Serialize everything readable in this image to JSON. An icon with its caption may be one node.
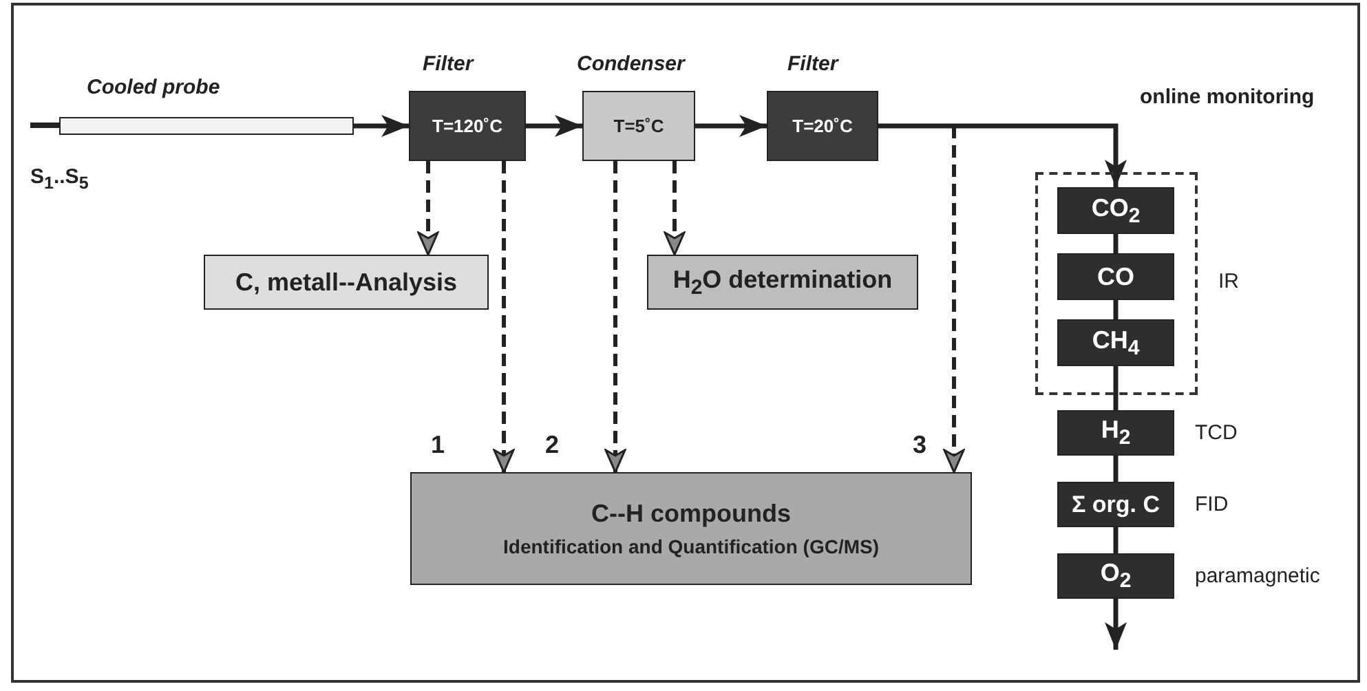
{
  "diagram": {
    "nodes": [
      {
        "text": [
          "Cooled probe"
        ]
      },
      {
        "text": [
          "Filter",
          "T=120˚C"
        ]
      },
      {
        "text": [
          "Condenser",
          "T=5˚C"
        ]
      },
      {
        "text": [
          "Filter",
          "T=20˚C"
        ]
      },
      {
        "text": [
          "C, metall--Analysis"
        ]
      },
      {
        "text": [
          "H$_{2}$O determination"
        ]
      },
      {
        "text": [
          "C--H compounds",
          "Identification and Quantification (GC/MS)"
        ]
      },
      {
        "text": [],
        "shape": "box",
        "beside": [
          "IR"
        ]
      },
      {
        "text": [
          "CO$_{2}$"
        ],
        "in": 7
      },
      {
        "text": [
          "CO"
        ],
        "in": 7
      },
      {
        "text": [
          "CH$_{4}$"
        ],
        "in": 7
      },
      {
        "text": [
          "H$_{2}$"
        ],
        "beside": [
          "TCD"
        ]
      },
      {
        "text": [
          "Σ org. C"
        ],
        "beside": [
          "FID"
        ]
      },
      {
        "text": [
          "O$_{2}$"
        ],
        "beside": [
          "paramagnetic"
        ]
      }
    ],
    "edges": [
      {
        "from": 0,
        "to": 1,
        "arrow": "to"
      },
      {
        "from": 1,
        "to": 2,
        "arrow": "to"
      },
      {
        "from": 2,
        "to": 3,
        "arrow": "to"
      },
      {
        "from": 3,
        "to": 8,
        "arrow": "to"
      },
      {
        "from": 1,
        "to": 4,
        "arrow": "to",
        "style": "dashed"
      },
      {
        "from": 1,
        "to": 6,
        "arrow": "to",
        "style": "dashed"
      },
      {
        "from": 2,
        "to": 5,
        "arrow": "to",
        "style": "dashed"
      },
      {
        "from": 2,
        "to": 6,
        "arrow": "to",
        "style": "dashed"
      },
      {
        "from": 3,
        "to": 6,
        "arrow": "to",
        "style": "dashed"
      },
      {
        "from": 8,
        "to": 9,
        "arrow": "none"
      },
      {
        "from": 9,
        "to": 10,
        "arrow": "none"
      },
      {
        "from": 10,
        "to": 11,
        "arrow": "none"
      },
      {
        "from": 11,
        "to": 12,
        "arrow": "none"
      },
      {
        "from": 12,
        "to": 13,
        "arrow": "none"
      },
      {
        "from": 13,
        "to": null,
        "arrow": "to"
      }
    ],
    "labels": [
      "online monitoring",
      "S$_{1}$..S$_{5}$",
      "1",
      "2",
      "3"
    ]
  }
}
